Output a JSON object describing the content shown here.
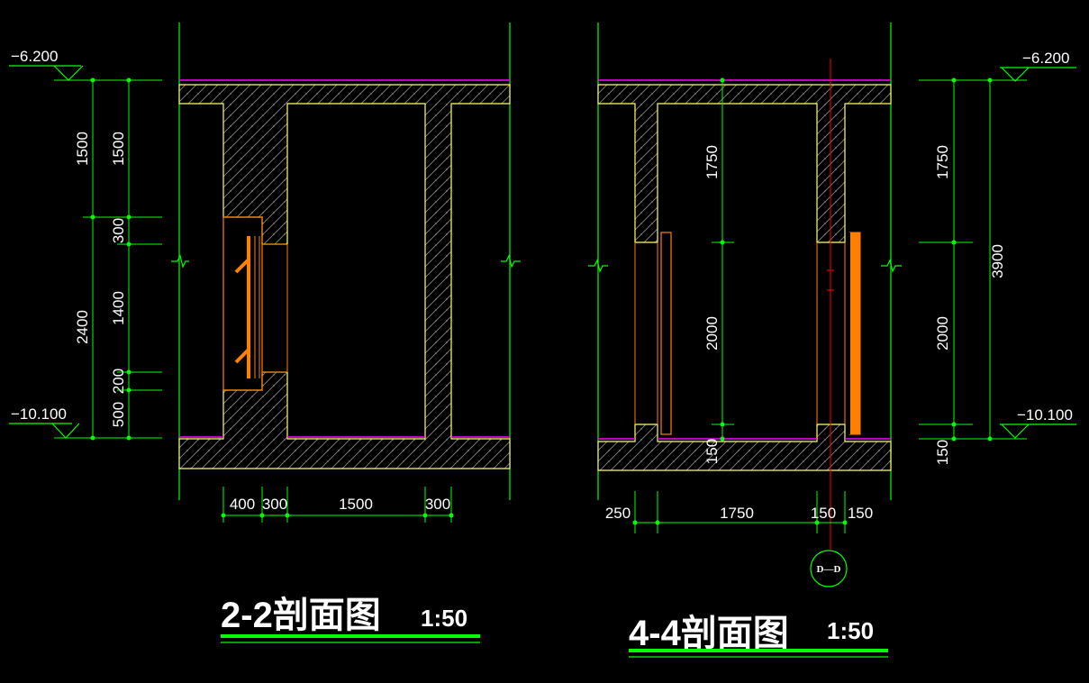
{
  "section_2_2": {
    "title": "2-2剖面图",
    "scale": "1:50",
    "elev_top": "−6.200",
    "elev_bottom": "−10.100",
    "left_dims_outer": [
      "1500",
      "2400"
    ],
    "left_dims_inner": [
      "1500",
      "300",
      "1400",
      "200",
      "500"
    ],
    "bottom_dims": [
      "400",
      "300",
      "1500",
      "300"
    ]
  },
  "section_4_4": {
    "title": "4-4剖面图",
    "scale": "1:50",
    "elev_top": "−6.200",
    "elev_bottom": "−10.100",
    "inner_dims": [
      "1750",
      "2000",
      "150"
    ],
    "right_dims_outer": [
      "3900"
    ],
    "right_dims_inner": [
      "1750",
      "2000",
      "150"
    ],
    "bottom_dims": [
      "250",
      "1750",
      "150",
      "150"
    ],
    "section_marker": "D—D"
  },
  "colors": {
    "background": "#000000",
    "wall_outline": "#ffff66",
    "dimension": "#00ff00",
    "door_frame": "#ff8000",
    "floor_finish": "#ff00ff",
    "axis_line": "#ff0000",
    "title_underline": "#00ff00"
  }
}
